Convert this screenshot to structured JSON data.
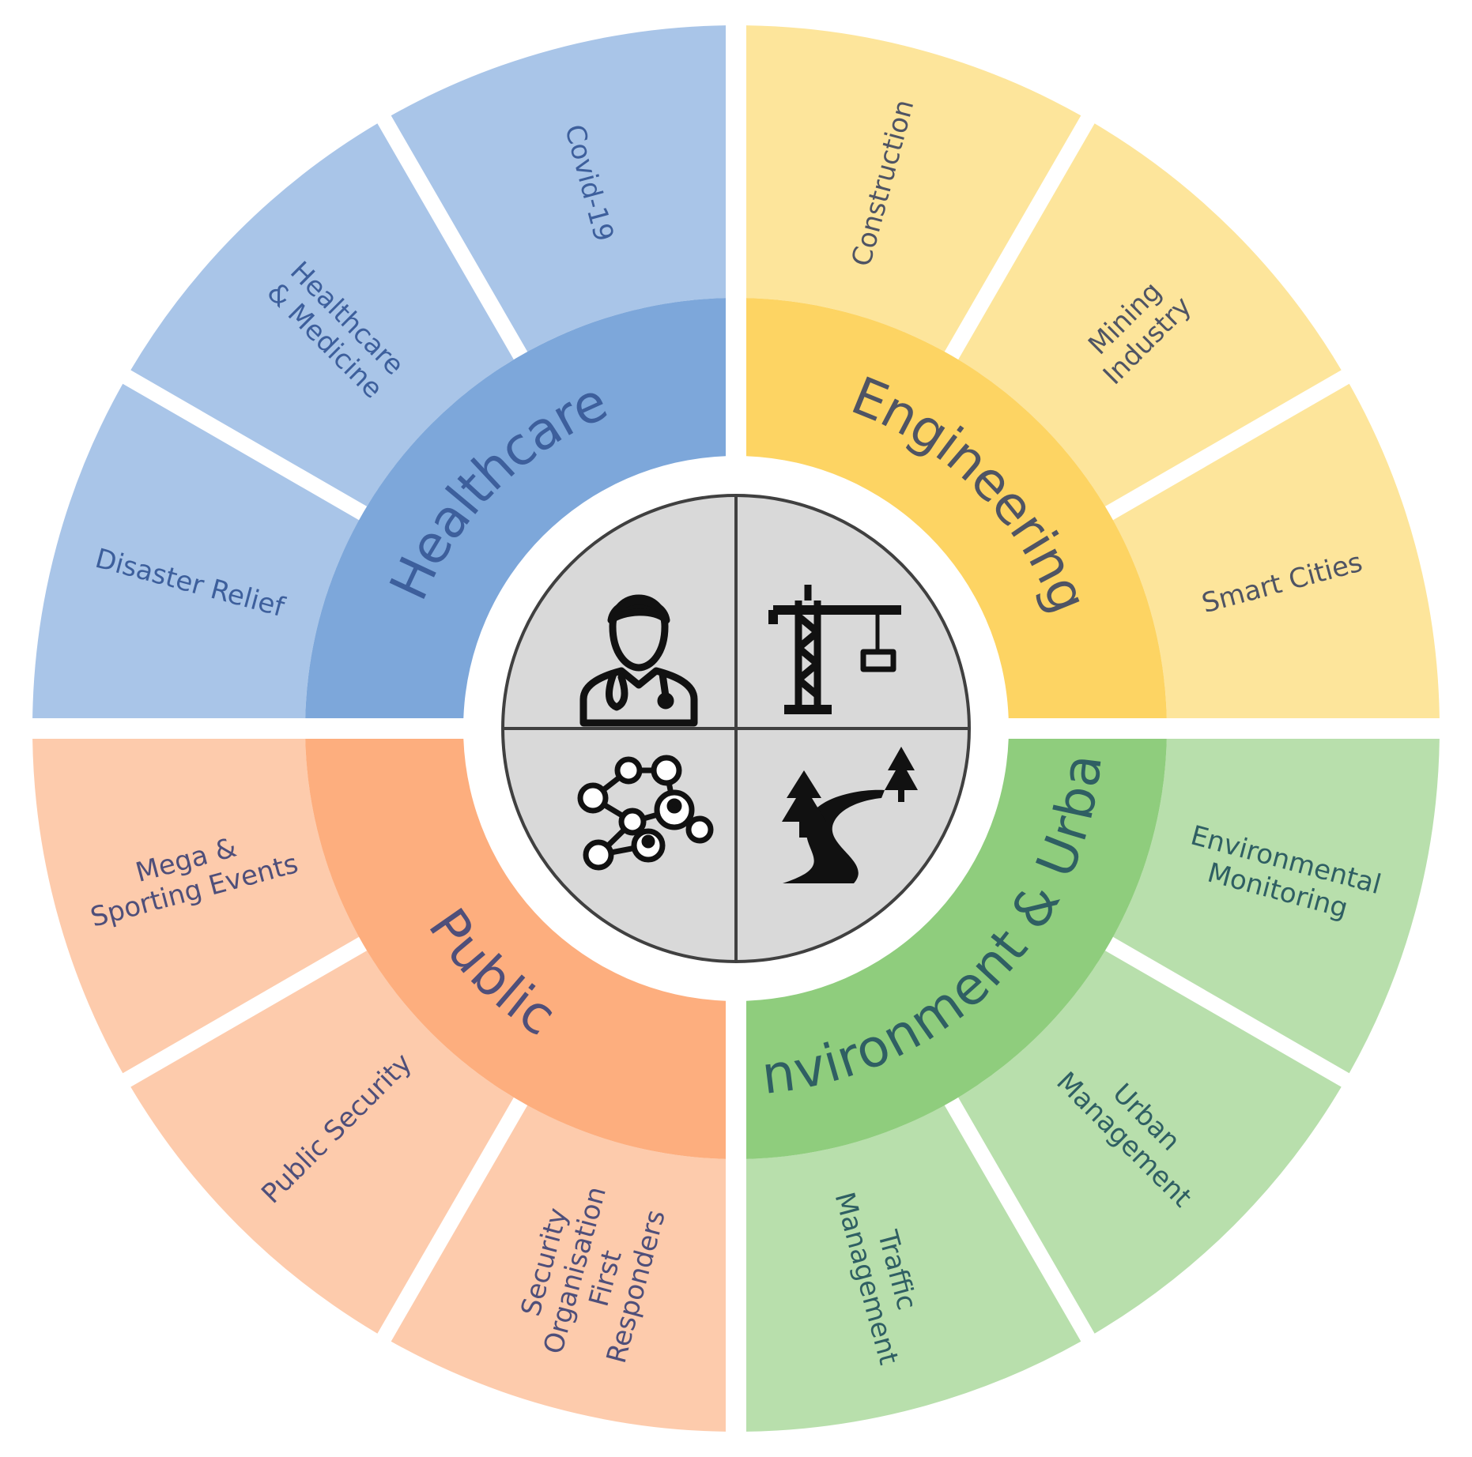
{
  "sectors": [
    {
      "id": "healthcare",
      "title": "Healthcare",
      "icon": "doctor-icon",
      "colors": {
        "ring": "#7da7da",
        "outer": "#a9c5e8",
        "text": "#3d5f9c"
      },
      "applications": [
        {
          "lines": [
            "Disaster Relief"
          ]
        },
        {
          "lines": [
            "Healthcare",
            "& Medicine"
          ]
        },
        {
          "lines": [
            "Covid-19"
          ]
        }
      ]
    },
    {
      "id": "engineering",
      "title": "Engineering",
      "icon": "crane-icon",
      "colors": {
        "ring": "#fdd463",
        "outer": "#fde59b",
        "text": "#4f5464"
      },
      "applications": [
        {
          "lines": [
            "Construction"
          ]
        },
        {
          "lines": [
            "Mining",
            "Industry"
          ]
        },
        {
          "lines": [
            "Smart Cities"
          ]
        }
      ]
    },
    {
      "id": "environment-urban",
      "title": "Environment & Urban",
      "icon": "road-trees-icon",
      "colors": {
        "ring": "#8fcd7d",
        "outer": "#b8dfac",
        "text": "#2f5f63"
      },
      "applications": [
        {
          "lines": [
            "Environmental",
            "Monitoring"
          ]
        },
        {
          "lines": [
            "Urban",
            "Management"
          ]
        },
        {
          "lines": [
            "Traffic",
            "Management"
          ]
        }
      ]
    },
    {
      "id": "public",
      "title": "Public",
      "icon": "network-people-icon",
      "colors": {
        "ring": "#fdae7e",
        "outer": "#fdcbac",
        "text": "#4f4f7a"
      },
      "applications": [
        {
          "lines": [
            "Security",
            "Organisation",
            "First",
            "Responders"
          ]
        },
        {
          "lines": [
            "Public Security"
          ]
        },
        {
          "lines": [
            "Mega &",
            "Sporting Events"
          ]
        }
      ]
    }
  ],
  "center": {
    "fill": "#d9d9d9",
    "stroke": "#404040"
  }
}
